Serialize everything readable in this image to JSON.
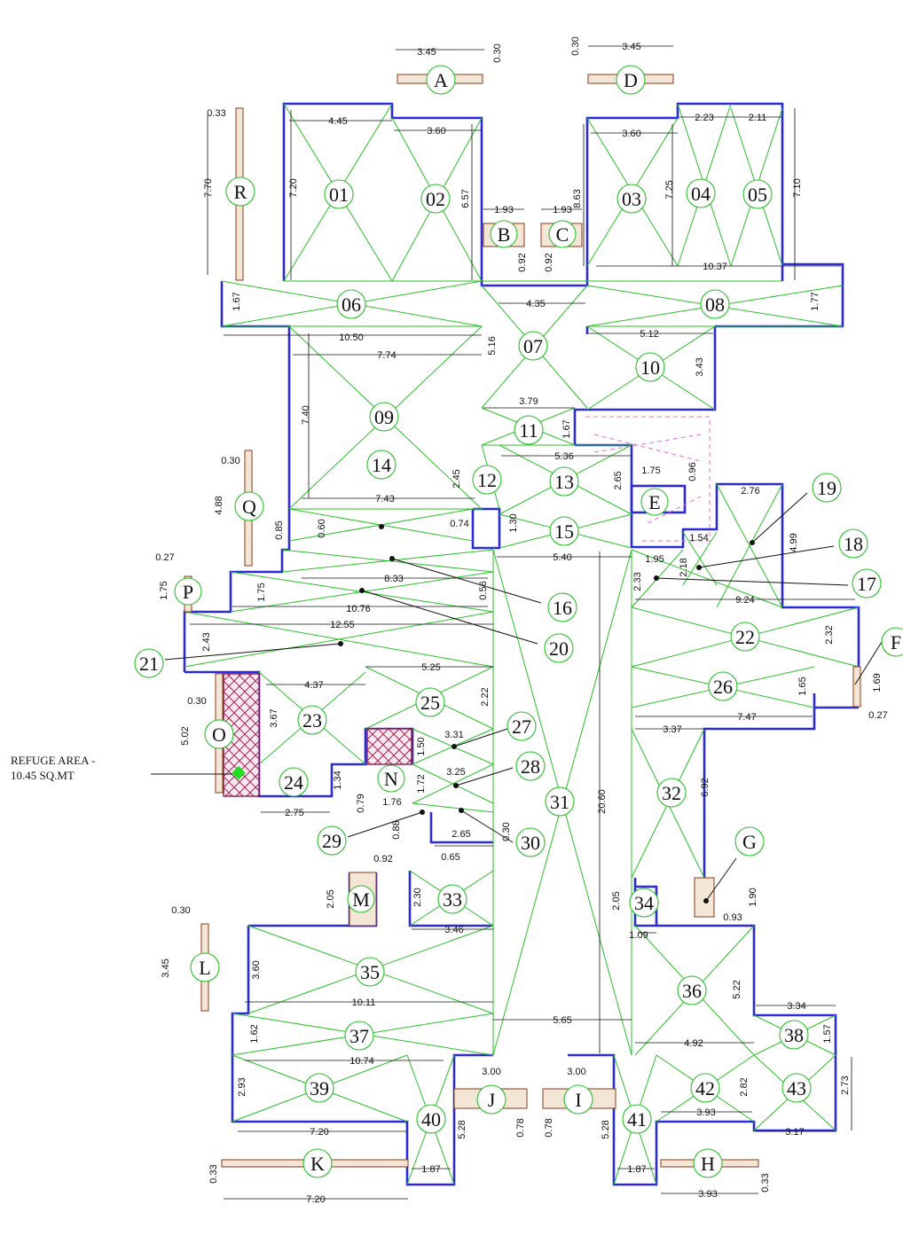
{
  "refuge": {
    "line1": "REFUGE AREA -",
    "line2": "10.45 SQ.MT"
  },
  "slabs": [
    "01",
    "02",
    "03",
    "04",
    "05",
    "06",
    "07",
    "08",
    "09",
    "10",
    "11",
    "12",
    "13",
    "14",
    "15",
    "16",
    "17",
    "18",
    "19",
    "20",
    "21",
    "22",
    "23",
    "24",
    "25",
    "26",
    "27",
    "28",
    "29",
    "30",
    "31",
    "32",
    "33",
    "34",
    "35",
    "36",
    "37",
    "38",
    "39",
    "40",
    "41",
    "42",
    "43"
  ],
  "beams": [
    "A",
    "B",
    "C",
    "D",
    "E",
    "F",
    "G",
    "H",
    "I",
    "J",
    "K",
    "L",
    "M",
    "N",
    "O",
    "P",
    "Q",
    "R"
  ],
  "dims": {
    "a_w": "3.45",
    "a_h": "0.30",
    "d_w": "3.45",
    "d_h": "0.30",
    "s01_w": "4.45",
    "s01_h": "7.20",
    "s02_w": "3.60",
    "s02_h": "6.57",
    "s03_w": "3.60",
    "s03_h": "8.63",
    "s04_w": "2.23",
    "s04_h": "7.25",
    "s05_w": "2.11",
    "s05_h": "7.10",
    "b_w": "1.93",
    "c_w": "1.93",
    "b_h": "0.92",
    "c_h": "0.92",
    "r_w": "0.33",
    "r_h": "7.70",
    "s06_h": "1.67",
    "s06_w": "10.50",
    "s07_w": "4.35",
    "s07_h": "5.16",
    "s08_w": "10.37",
    "s08_h": "1.77",
    "s09_w": "7.74",
    "s09_h": "7.40",
    "s10_w": "5.12",
    "s10_h": "3.43",
    "s11_w": "3.79",
    "s11_h": "1.67",
    "s12_h": "2.45",
    "s13_w": "5.36",
    "s13_h": "2.65",
    "e_w": "1.75",
    "e_h": "0.96",
    "s14_w": "7.43",
    "s14_h": "0.60",
    "q_w": "0.30",
    "q_h": "4.88",
    "q_g": "0.85",
    "s15_a": "0.74",
    "s15_b": "1.30",
    "s15_w": "5.40",
    "s19_w": "2.76",
    "s19_h": "4.99",
    "s18_w": "1.54",
    "s18_h": "2.18",
    "s17_w": "1.95",
    "s17_h": "2.33",
    "s16_w": "8.33",
    "s16_h": "0.56",
    "p_w": "0.27",
    "p_h": "1.75",
    "p_g": "1.75",
    "s20_w": "10.76",
    "s17_l": "9.24",
    "s21_w": "12.55",
    "s21_h": "2.43",
    "s22_h": "2.32",
    "f_h": "1.69",
    "f_w": "0.27",
    "s26_h": "1.65",
    "s25_w": "5.25",
    "s25_h": "2.22",
    "s23_w": "4.37",
    "s23_h": "3.67",
    "o_w": "0.30",
    "o_h": "5.02",
    "s27_w": "3.31",
    "s27_h": "1.50",
    "s28_w": "3.25",
    "s28_h": "1.72",
    "n_w": "1.76",
    "n_h": "0.79",
    "s24_w": "2.75",
    "s24_h": "1.34",
    "s29_h": "0.88",
    "s30_w": "2.65",
    "s30_h": "0.30",
    "s30_b": "0.65",
    "s26_w": "7.47",
    "s32_w": "3.37",
    "s32_h": "6.92",
    "s31_h": "20.60",
    "m_w": "0.92",
    "m_h": "2.05",
    "s33_h": "2.30",
    "s33_w": "3.46",
    "s34_h": "2.05",
    "s34_w": "1.09",
    "g_w": "0.93",
    "g_h": "1.90",
    "l_w": "0.30",
    "l_h": "3.45",
    "s35_h": "3.60",
    "s35_w": "10.11",
    "s36_h": "5.22",
    "s36_w": "4.92",
    "s37_h": "1.62",
    "s37_w": "5.65",
    "s38_w": "3.34",
    "s38_h": "1.57",
    "s39_w": "10.74",
    "s39_h": "2.93",
    "j_w": "3.00",
    "i_w": "3.00",
    "j_h": "0.78",
    "i_h": "0.78",
    "s40_h": "5.28",
    "s41_h": "5.28",
    "s42_w": "3.93",
    "s42_h": "2.82",
    "s43_h": "2.73",
    "s43_w": "3.17",
    "k_w": "7.20",
    "s39_b": "7.20",
    "s40_w": "1.87",
    "s41_w": "1.87",
    "h_w": "3.93",
    "k_h": "0.33",
    "h_h": "0.33"
  }
}
